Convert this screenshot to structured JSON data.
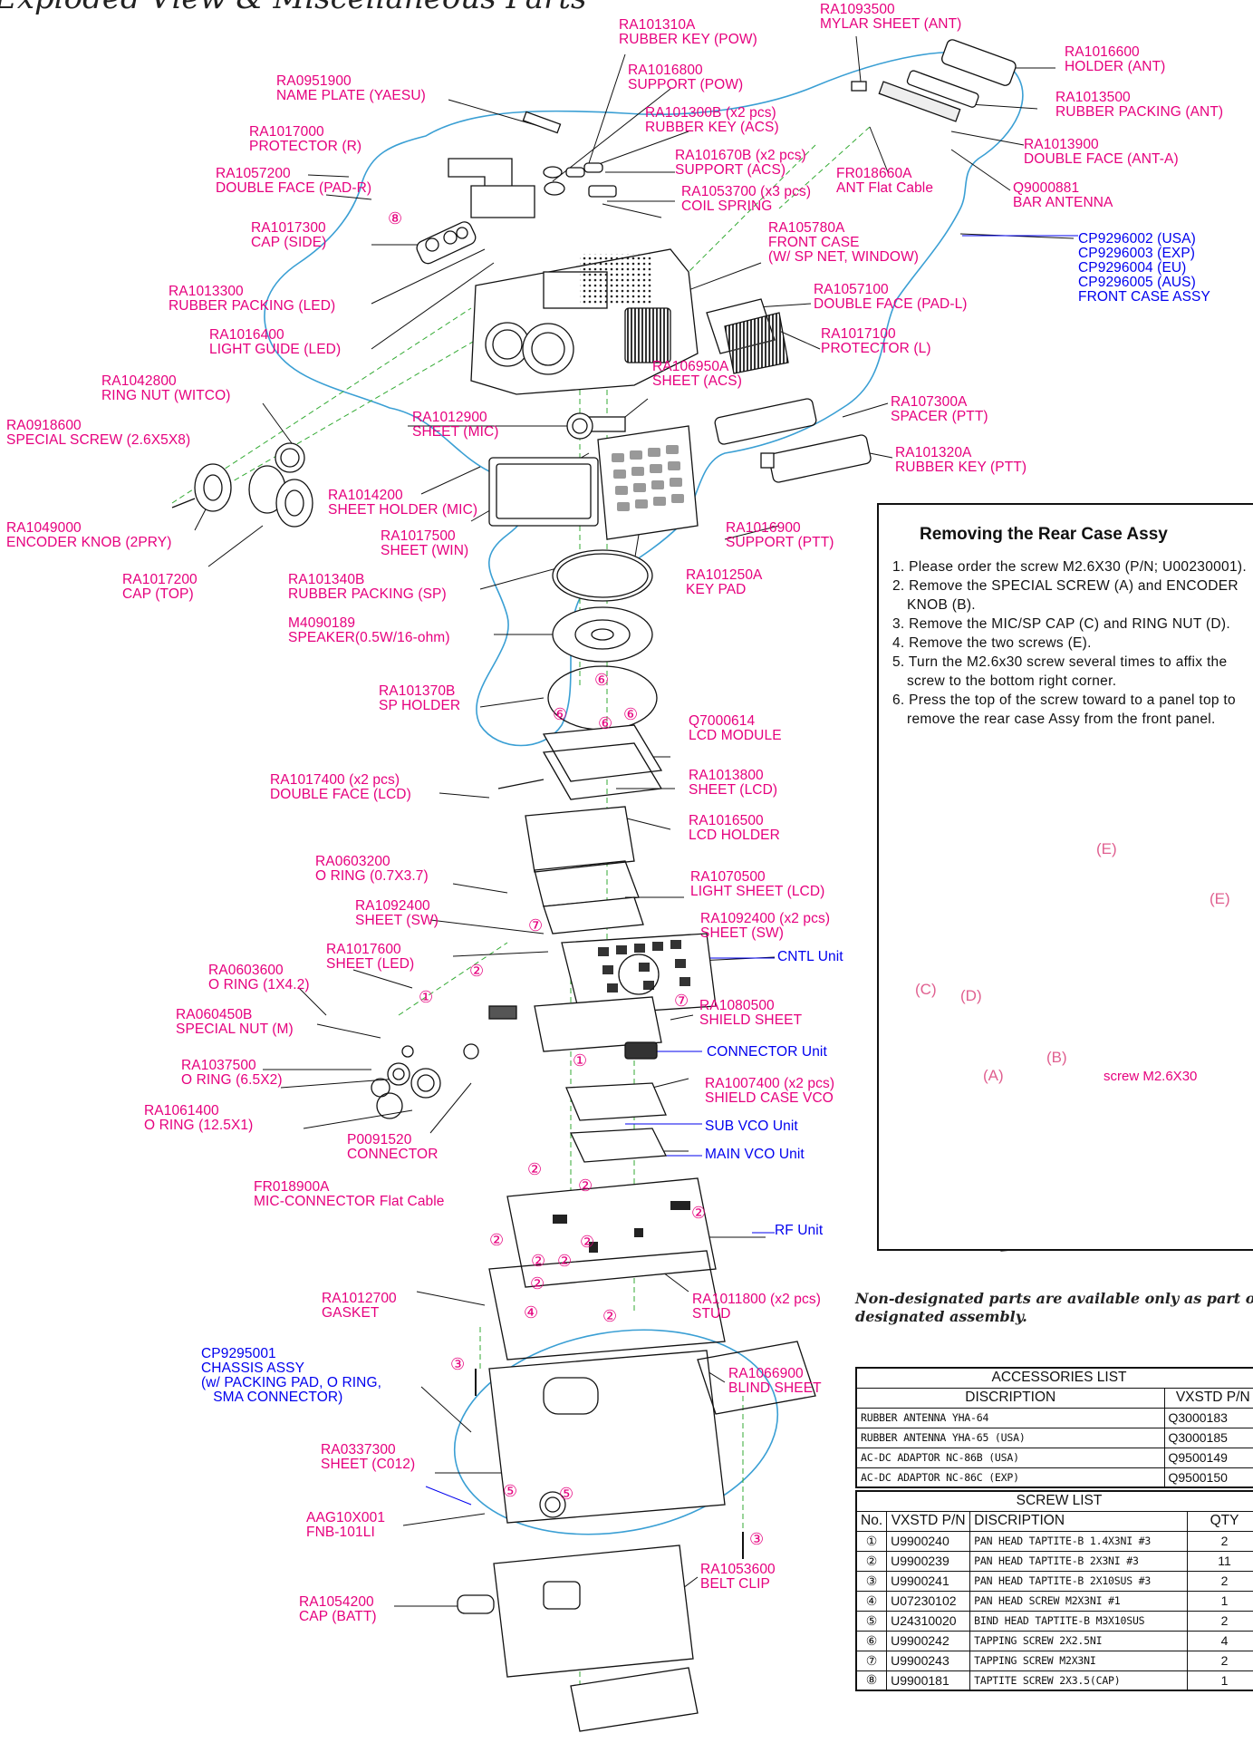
{
  "title": "Exploded View & Miscellaneous Parts",
  "labels": {
    "ra1093500": "RA1093500\nMYLAR SHEET (ANT)",
    "ra101310a": "RA101310A\nRUBBER KEY (POW)",
    "ra1016600": "RA1016600\nHOLDER (ANT)",
    "ra0951900": "RA0951900\nNAME PLATE (YAESU)",
    "ra1016800": "RA1016800\nSUPPORT (POW)",
    "ra1013500": "RA1013500\nRUBBER PACKING (ANT)",
    "ra101300b": "RA101300B (x2 pcs)\nRUBBER KEY (ACS)",
    "ra1017000": "RA1017000\nPROTECTOR (R)",
    "ra101670b": "RA101670B (x2 pcs)\nSUPPORT (ACS)",
    "ra1013900": "RA1013900\nDOUBLE FACE (ANT-A)",
    "ra1057200": "RA1057200\nDOUBLE FACE (PAD-R)",
    "ra1053700": "RA1053700 (x3 pcs)\nCOIL SPRING",
    "fr018660a": "FR018660A\nANT Flat Cable",
    "q9000881": "Q9000881\nBAR ANTENNA",
    "ra1017300": "RA1017300\nCAP (SIDE)",
    "ra105780a": "RA105780A\nFRONT CASE\n(W/ SP NET, WINDOW)",
    "front_case_assy": "CP9296002 (USA)\nCP9296003 (EXP)\nCP9296004 (EU)\nCP9296005 (AUS)\nFRONT CASE ASSY",
    "ra1013300": "RA1013300\nRUBBER PACKING (LED)",
    "ra1057100": "RA1057100\nDOUBLE FACE (PAD-L)",
    "ra1016400": "RA1016400\nLIGHT GUIDE (LED)",
    "ra1017100": "RA1017100\nPROTECTOR (L)",
    "ra106950a": "RA106950A\nSHEET (ACS)",
    "ra1042800": "RA1042800\nRING NUT (WITCO)",
    "ra0918600": "RA0918600\nSPECIAL SCREW (2.6X5X8)",
    "ra1012900": "RA1012900\nSHEET (MIC)",
    "ra107300a": "RA107300A\nSPACER (PTT)",
    "ra101320a": "RA101320A\nRUBBER KEY (PTT)",
    "ra1014200": "RA1014200\nSHEET HOLDER (MIC)",
    "ra1049000": "RA1049000\nENCODER KNOB (2PRY)",
    "ra1017500": "RA1017500\nSHEET (WIN)",
    "ra1016900": "RA1016900\nSUPPORT (PTT)",
    "ra1017200": "RA1017200\nCAP (TOP)",
    "ra101340b": "RA101340B\nRUBBER PACKING (SP)",
    "ra101250a": "RA101250A\nKEY PAD",
    "m4090189": "M4090189\nSPEAKER(0.5W/16-ohm)",
    "ra101370b": "RA101370B\nSP HOLDER",
    "q7000614": "Q7000614\nLCD MODULE",
    "ra1017400": "RA1017400 (x2 pcs)\nDOUBLE FACE (LCD)",
    "ra1013800": "RA1013800\nSHEET (LCD)",
    "ra1016500": "RA1016500\nLCD HOLDER",
    "ra0603200": "RA0603200\nO RING (0.7X3.7)",
    "ra1070500": "RA1070500\nLIGHT SHEET (LCD)",
    "ra1092400": "RA1092400\nSHEET (SW)",
    "ra1092400_x2": "RA1092400 (x2 pcs)\nSHEET (SW)",
    "ra1017600": "RA1017600\nSHEET (LED)",
    "cntl_unit": "CNTL Unit",
    "ra0603600": "RA0603600\nO RING (1X4.2)",
    "ra1080500": "RA1080500\nSHIELD SHEET",
    "ra060450b": "RA060450B\nSPECIAL NUT (M)",
    "connector_unit": "CONNECTOR Unit",
    "ra1037500": "RA1037500\nO RING (6.5X2)",
    "ra1007400": "RA1007400 (x2 pcs)\nSHIELD CASE VCO",
    "ra1061400": "RA1061400\nO RING (12.5X1)",
    "p0091520": "P0091520\nCONNECTOR",
    "sub_vco_unit": "SUB VCO Unit",
    "main_vco_unit": "MAIN VCO Unit",
    "fr018900a": "FR018900A\nMIC-CONNECTOR Flat Cable",
    "rf_unit": "RF Unit",
    "ra1012700": "RA1012700\nGASKET",
    "ra1011800": "RA1011800 (x2 pcs)\nSTUD",
    "chassis_assy": "CP9295001\nCHASSIS ASSY\n(w/ PACKING PAD, O RING,\n   SMA CONNECTOR)",
    "ra1066900": "RA1066900\nBLIND SHEET",
    "ra0337300": "RA0337300\nSHEET (C012)",
    "aag10x001": "AAG10X001\nFNB-101LI",
    "ra1053600": "RA1053600\nBELT CLIP",
    "ra1054200": "RA1054200\nCAP (BATT)"
  },
  "screw_markers": [
    "①",
    "②",
    "③",
    "④",
    "⑤",
    "⑥",
    "⑦",
    "⑧"
  ],
  "removal": {
    "title": "Removing the Rear Case Assy",
    "steps": [
      "1. Please order the screw M2.6X30 (P/N; U00230001).",
      "2. Remove the SPECIAL SCREW (A) and ENCODER KNOB (B).",
      "3. Remove the MIC/SP CAP (C) and RING NUT (D).",
      "4. Remove the two screws (E).",
      "5. Turn the M2.6x30 screw several times to affix the screw to the bottom right corner.",
      "6. Press the top of the screw toward to a panel top to remove the rear case Assy from the front panel."
    ],
    "label_e1": "(E)",
    "label_e2": "(E)",
    "label_c": "(C)",
    "label_d": "(D)",
    "label_a": "(A)",
    "label_b": "(B)",
    "screw_label": "screw M2.6X30"
  },
  "note": "Non-designated parts are available only as part of a\ndesignated assembly.",
  "accessories": {
    "title": "ACCESSORIES LIST",
    "headers": [
      "DISCRIPTION",
      "VXSTD P/N"
    ],
    "rows": [
      [
        "RUBBER ANTENNA YHA-64",
        "Q3000183"
      ],
      [
        "RUBBER ANTENNA YHA-65 (USA)",
        "Q3000185"
      ],
      [
        "AC-DC ADAPTOR NC-86B (USA)",
        "Q9500149"
      ],
      [
        "AC-DC ADAPTOR NC-86C (EXP)",
        "Q9500150"
      ]
    ]
  },
  "screws": {
    "title": "SCREW LIST",
    "headers": [
      "No.",
      "VXSTD P/N",
      "DISCRIPTION",
      "QTY"
    ],
    "rows": [
      [
        "①",
        "U9900240",
        "PAN HEAD TAPTITE-B 1.4X3NI #3",
        "2"
      ],
      [
        "②",
        "U9900239",
        "PAN HEAD TAPTITE-B 2X3NI #3",
        "11"
      ],
      [
        "③",
        "U9900241",
        "PAN HEAD TAPTITE-B 2X10SUS #3",
        "2"
      ],
      [
        "④",
        "U07230102",
        "PAN HEAD SCREW M2X3NI #1",
        "1"
      ],
      [
        "⑤",
        "U24310020",
        "BIND HEAD TAPTITE-B M3X10SUS",
        "2"
      ],
      [
        "⑥",
        "U9900242",
        "TAPPING SCREW 2X2.5NI",
        "4"
      ],
      [
        "⑦",
        "U9900243",
        "TAPPING SCREW M2X3NI",
        "2"
      ],
      [
        "⑧",
        "U9900181",
        "TAPTITE SCREW 2X3.5(CAP)",
        "1"
      ]
    ]
  },
  "colors": {
    "part_label": "#e6007e",
    "assembly_label": "#0000ee",
    "assembly_outline": "#3a9fd4",
    "guide_line": "#33aa33"
  }
}
